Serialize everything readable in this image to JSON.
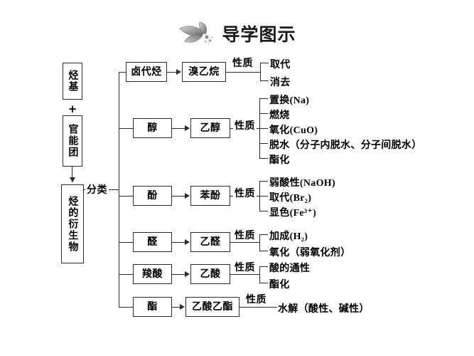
{
  "title": {
    "text": "导学图示",
    "ornament_icon": "dragonfly-splash-ornament"
  },
  "left_column": {
    "radical_box": "烃基",
    "plus": "+",
    "functional_group_box": "官能团",
    "derivative_box": "烃的衍生物",
    "classify_label": "分类"
  },
  "property_label": "性质",
  "rows": [
    {
      "class_name": "卤代烃",
      "example": "溴乙烷",
      "prop_label": "性质",
      "properties": [
        {
          "text": "取代",
          "formula": ""
        },
        {
          "text": "消去",
          "formula": ""
        }
      ]
    },
    {
      "class_name": "醇",
      "example": "乙醇",
      "prop_label": "性质",
      "properties": [
        {
          "text": "置换",
          "formula": "(Na)"
        },
        {
          "text": "燃烧",
          "formula": ""
        },
        {
          "text": "氧化",
          "formula": "(CuO)"
        },
        {
          "text": "脱水（分子内脱水、分子间脱水）",
          "formula": ""
        },
        {
          "text": "酯化",
          "formula": ""
        }
      ]
    },
    {
      "class_name": "酚",
      "example": "苯酚",
      "prop_label": "性质",
      "properties": [
        {
          "text": "弱酸性",
          "formula": "(NaOH)"
        },
        {
          "text": "取代",
          "formula": "(Br₂)"
        },
        {
          "text": "显色",
          "formula": "(Fe³⁺)"
        }
      ]
    },
    {
      "class_name": "醛",
      "example": "乙醛",
      "prop_label": "性质",
      "properties": [
        {
          "text": "加成",
          "formula": "(H₂)"
        },
        {
          "text": "氧化（弱氧化剂）",
          "formula": ""
        }
      ]
    },
    {
      "class_name": "羧酸",
      "example": "乙酸",
      "prop_label": "性质",
      "properties": [
        {
          "text": "酸的通性",
          "formula": ""
        },
        {
          "text": "酯化",
          "formula": ""
        }
      ]
    },
    {
      "class_name": "酯",
      "example": "乙酸乙酯",
      "prop_label": "性质",
      "properties": [
        {
          "text": "水解（酸性、碱性）",
          "formula": ""
        }
      ]
    }
  ]
}
